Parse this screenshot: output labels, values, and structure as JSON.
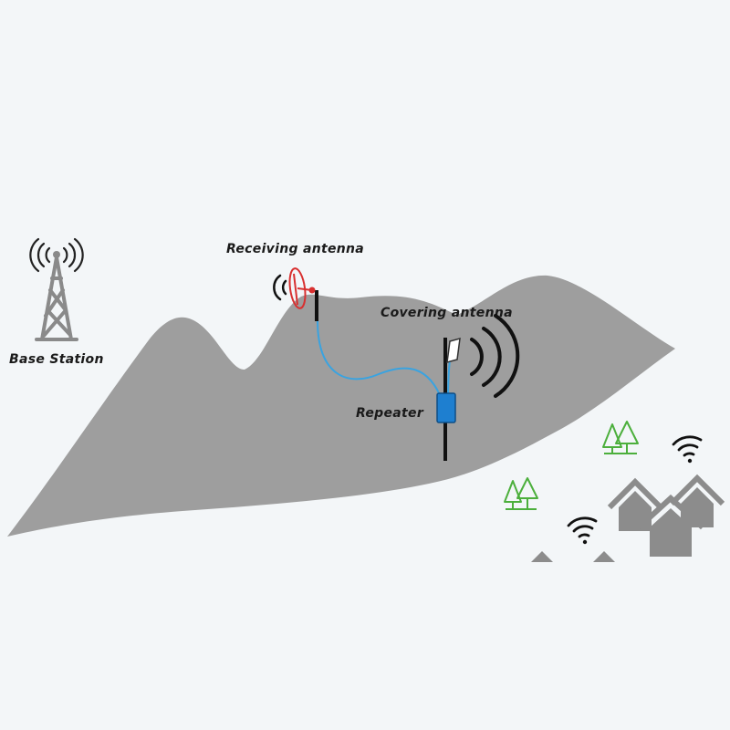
{
  "labels": {
    "base_station": "Base Station",
    "receiving_antenna": "Receiving antenna",
    "covering_antenna": "Covering antenna",
    "repeater": "Repeater"
  },
  "colors": {
    "background": "#f3f6f8",
    "mountain": "#9e9e9e",
    "tower": "#8a8a8a",
    "dish": "#d83030",
    "cable": "#3aa3e0",
    "repeater": "#1e7fd0",
    "mast": "#111111",
    "tree": "#4caf3c",
    "house": "#8c8c8c",
    "signal": "#111111"
  },
  "icons": {
    "tower": "radio-tower-icon",
    "dish": "satellite-dish-icon",
    "panel": "panel-antenna-icon",
    "repeater": "repeater-box-icon",
    "tree": "tree-icon",
    "house": "house-icon",
    "signal": "wifi-signal-icon"
  }
}
